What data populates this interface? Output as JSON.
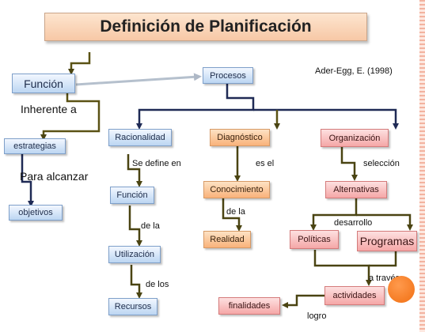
{
  "title": "Definición de Planificación",
  "reference": "Ader-Egg, E. (1998)",
  "nodes": {
    "funcion_main": "Función",
    "estrategias": "estrategias",
    "objetivos": "objetivos",
    "procesos": "Procesos",
    "racionalidad": "Racionalidad",
    "funcion_sub": "Función",
    "utilizacion": "Utilización",
    "recursos": "Recursos",
    "diagnostico": "Diagnóstico",
    "conocimiento": "Conocimiento",
    "realidad": "Realidad",
    "organizacion": "Organización",
    "alternativas": "Alternativas",
    "politicas": "Políticas",
    "programas": "Programas",
    "actividades": "actividades",
    "finalidades": "finalidades"
  },
  "labels": {
    "inherente": "Inherente a",
    "para_alcanzar": "Para alcanzar",
    "se_define_en": "Se define en",
    "de_la_1": "de la",
    "de_los": "de los",
    "es_el": "es el",
    "de_la_2": "de la",
    "seleccion": "selección",
    "desarrollo": "desarrollo",
    "a_traves": "a través",
    "logro": "logro"
  },
  "colors": {
    "blue_box": "#bcd6f2",
    "orange_box": "#f9b27a",
    "red_box": "#f5a7a7",
    "arrow_dark": "#1f2a55",
    "arrow_olive": "#5a5214",
    "accent_circle": "#f57c24"
  }
}
